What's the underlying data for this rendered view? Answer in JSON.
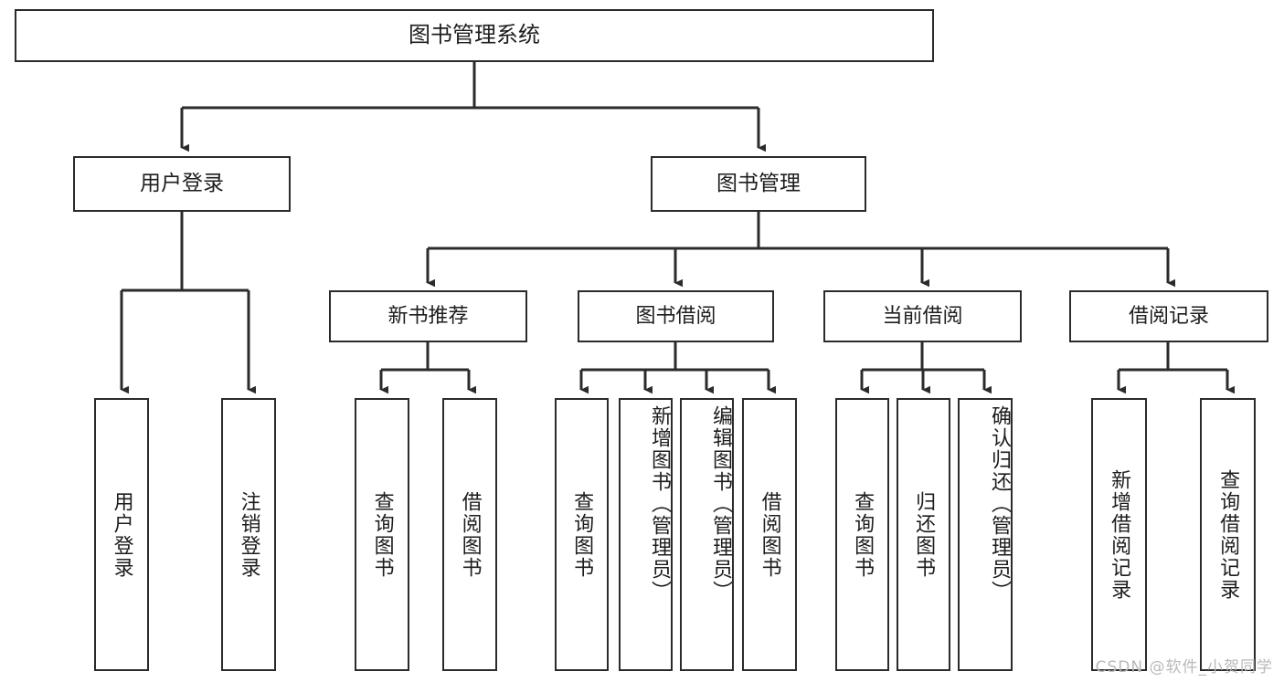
{
  "diagram": {
    "title": "图书管理系统",
    "type": "tree-hierarchy-diagram",
    "watermark": "CSDN @软件_小贺同学",
    "colors": {
      "background": "#ffffff",
      "box_border": "#2b2b2b",
      "box_fill": "#ffffff",
      "text": "#1d1d1d",
      "connector": "#2b2b2b",
      "watermark": "#b9b9b9"
    },
    "root": {
      "label": "图书管理系统"
    },
    "level1": [
      {
        "label": "用户登录"
      },
      {
        "label": "图书管理"
      }
    ],
    "level2": [
      {
        "label": "新书推荐"
      },
      {
        "label": "图书借阅"
      },
      {
        "label": "当前借阅"
      },
      {
        "label": "借阅记录"
      }
    ],
    "leaves": {
      "user_login": [
        {
          "label": "用户登录"
        },
        {
          "label": "注销登录"
        }
      ],
      "new_book_recommend": [
        {
          "label": "查询图书"
        },
        {
          "label": "借阅图书"
        }
      ],
      "book_borrow": [
        {
          "label": "查询图书"
        },
        {
          "label": "新增图书（管理员）"
        },
        {
          "label": "编辑图书（管理员）"
        },
        {
          "label": "借阅图书"
        }
      ],
      "current_borrow": [
        {
          "label": "查询图书"
        },
        {
          "label": "归还图书"
        },
        {
          "label": "确认归还（管理员）"
        }
      ],
      "borrow_record": [
        {
          "label": "新增借阅记录"
        },
        {
          "label": "查询借阅记录"
        }
      ]
    }
  }
}
